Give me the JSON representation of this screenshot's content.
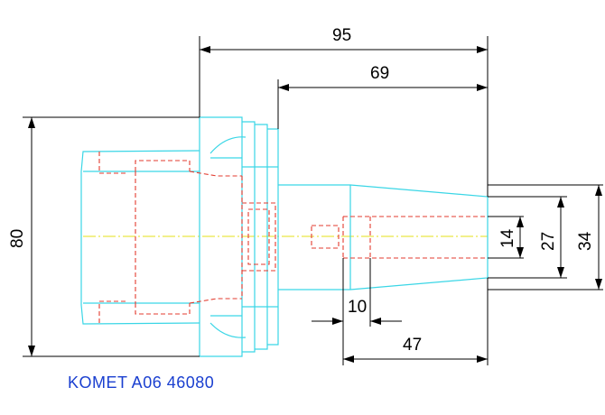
{
  "drawing": {
    "caption": "KOMET A06 46080",
    "dimensions": {
      "overall_length": "95",
      "shank_length": "69",
      "flange_diameter": "80",
      "bore_diameter": "14",
      "inner_diameter": "27",
      "shank_diameter": "34",
      "bore_offset": "10",
      "bore_depth": "47"
    },
    "colors": {
      "outline": "#3ad6e6",
      "hidden_lines": "#e33b2f",
      "center_line": "#e6e21a",
      "dimension_lines": "#000000",
      "caption": "#1a3fd0"
    }
  }
}
